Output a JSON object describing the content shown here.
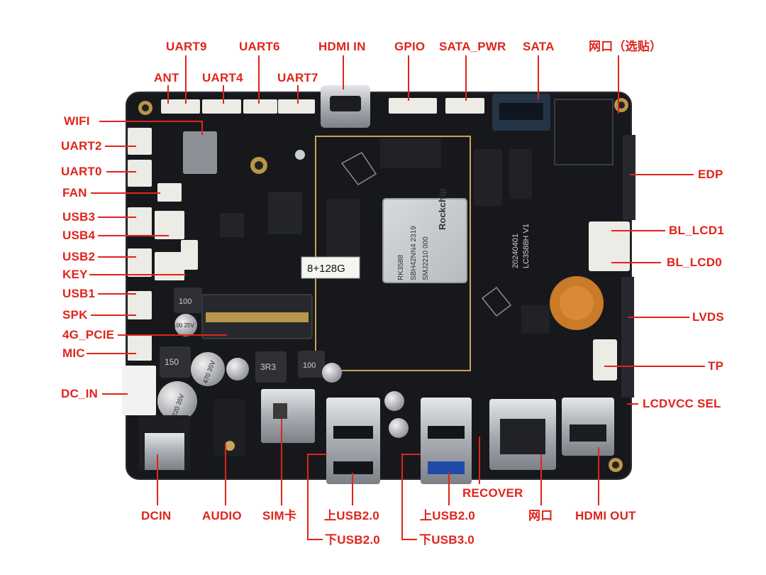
{
  "board": {
    "chip_brand": "Rockchip",
    "chip_model": "RK3588",
    "chip_lines": [
      "SBH42NN4 2319",
      "SMJ2210 000"
    ],
    "memory_sticker": "8+128G",
    "board_label": "LC3588H V1",
    "board_date": "20240401",
    "inductor_100a": "100",
    "inductor_100b": "100",
    "inductor_150": "150",
    "inductor_3r3": "3R3",
    "cap_470": "470 35V",
    "cap_220": "220 35V",
    "cap_100": "100 25V"
  },
  "labels": [
    {
      "id": "uart9",
      "text": "UART9"
    },
    {
      "id": "uart6",
      "text": "UART6"
    },
    {
      "id": "hdmi-in",
      "text": "HDMI IN"
    },
    {
      "id": "gpio",
      "text": "GPIO"
    },
    {
      "id": "sata-pwr",
      "text": "SATA_PWR"
    },
    {
      "id": "sata",
      "text": "SATA"
    },
    {
      "id": "lan-optional",
      "text": "网口（选贴）"
    },
    {
      "id": "ant",
      "text": "ANT"
    },
    {
      "id": "uart4",
      "text": "UART4"
    },
    {
      "id": "uart7",
      "text": "UART7"
    },
    {
      "id": "wifi",
      "text": "WIFI"
    },
    {
      "id": "uart2",
      "text": "UART2"
    },
    {
      "id": "uart0",
      "text": "UART0"
    },
    {
      "id": "fan",
      "text": "FAN"
    },
    {
      "id": "usb3",
      "text": "USB3"
    },
    {
      "id": "usb4",
      "text": "USB4"
    },
    {
      "id": "usb2",
      "text": "USB2"
    },
    {
      "id": "key",
      "text": "KEY"
    },
    {
      "id": "usb1",
      "text": "USB1"
    },
    {
      "id": "spk",
      "text": "SPK"
    },
    {
      "id": "4g-pcie",
      "text": "4G_PCIE"
    },
    {
      "id": "mic",
      "text": "MIC"
    },
    {
      "id": "dc-in",
      "text": "DC_IN"
    },
    {
      "id": "edp",
      "text": "EDP"
    },
    {
      "id": "bl-lcd1",
      "text": "BL_LCD1"
    },
    {
      "id": "bl-lcd0",
      "text": "BL_LCD0"
    },
    {
      "id": "lvds",
      "text": "LVDS"
    },
    {
      "id": "tp",
      "text": "TP"
    },
    {
      "id": "lcdvcc-sel",
      "text": "LCDVCC SEL"
    },
    {
      "id": "recover",
      "text": "RECOVER"
    },
    {
      "id": "dcin",
      "text": "DCIN"
    },
    {
      "id": "audio",
      "text": "AUDIO"
    },
    {
      "id": "sim",
      "text": "SIM卡"
    },
    {
      "id": "usb20-upper-a",
      "text": "上USB2.0"
    },
    {
      "id": "usb20-upper-b",
      "text": "上USB2.0"
    },
    {
      "id": "lan",
      "text": "网口"
    },
    {
      "id": "hdmi-out",
      "text": "HDMI OUT"
    },
    {
      "id": "usb20-lower",
      "text": "下USB2.0"
    },
    {
      "id": "usb30-lower",
      "text": "下USB3.0"
    }
  ],
  "colors": {
    "label": "#e0241b",
    "pcb": "#17181b",
    "connector": "#ecebe6",
    "metal": "#c9ccd0"
  }
}
